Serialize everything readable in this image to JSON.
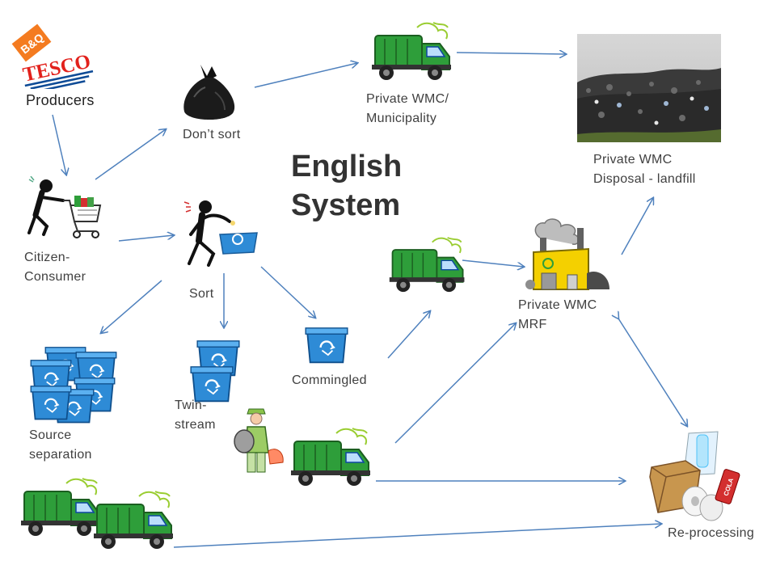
{
  "title_line1": "English",
  "title_line2": "System",
  "labels": {
    "producers": "Producers",
    "citizen_consumer_1": "Citizen-",
    "citizen_consumer_2": "Consumer",
    "dont_sort": "Don’t sort",
    "sort": "Sort",
    "private_wmc_municipality_1": "Private WMC/",
    "private_wmc_municipality_2": "Municipality",
    "landfill_1": "Private WMC",
    "landfill_2": "Disposal - landfill",
    "mrf_1": "Private WMC",
    "mrf_2": "MRF",
    "commingled": "Commingled",
    "twin_stream_1": "Twin-",
    "twin_stream_2": "stream",
    "source_sep_1": "Source",
    "source_sep_2": "separation",
    "reprocessing": "Re-processing"
  },
  "logos": {
    "bq": "B&Q",
    "tesco": "TESCO",
    "can_brand": "COLA"
  },
  "colors": {
    "arrow": "#4F81BD",
    "truck_green": "#2E9E3A",
    "bin_blue": "#2E8BD6",
    "text": "#404040",
    "tesco_red": "#E2211C",
    "tesco_blue": "#0E4B96",
    "bq_orange": "#F47B20"
  },
  "icons": [
    "bq-logo",
    "tesco-logo",
    "bin-bag-icon",
    "shopper-icon",
    "sorter-icon",
    "garbage-truck-icon",
    "landfill-photo",
    "mrf-factory-icon",
    "recycle-bin-icon",
    "worker-icon",
    "reprocessing-icon"
  ]
}
